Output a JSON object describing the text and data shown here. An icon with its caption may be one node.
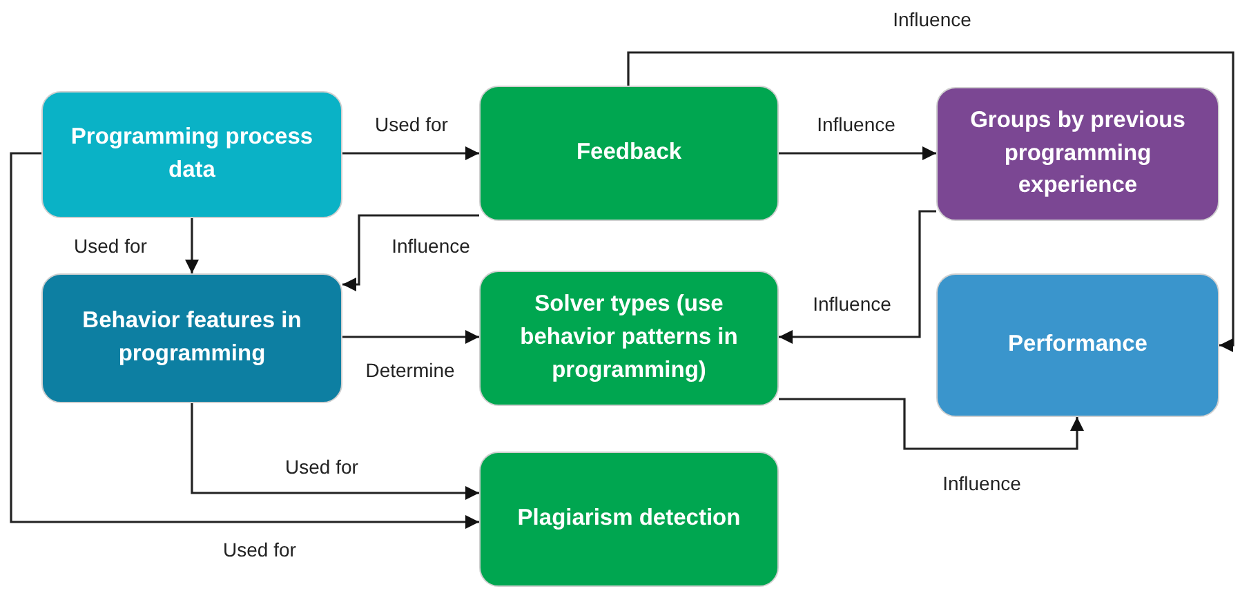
{
  "diagram": {
    "nodes": [
      {
        "text": [
          "Programming process data"
        ]
      },
      {
        "text": [
          "Feedback"
        ]
      },
      {
        "text": [
          "Groups by previous programming experience"
        ]
      },
      {
        "text": [
          "Behavior features in programming"
        ]
      },
      {
        "text": [
          "Solver types (use behavior patterns in programming)"
        ]
      },
      {
        "text": [
          "Performance"
        ]
      },
      {
        "text": [
          "Plagiarism detection"
        ]
      }
    ],
    "edges": [
      {
        "from": 0,
        "to": 1,
        "arrow": "to",
        "label": "Used for"
      },
      {
        "from": 0,
        "to": 3,
        "arrow": "to",
        "label": "Used for"
      },
      {
        "from": 1,
        "to": 3,
        "arrow": "to",
        "label": "Influence"
      },
      {
        "from": 1,
        "to": 2,
        "arrow": "to",
        "label": "Influence"
      },
      {
        "from": 1,
        "to": 5,
        "arrow": "to",
        "label": "Influence"
      },
      {
        "from": 2,
        "to": 4,
        "arrow": "to",
        "label": "Influence"
      },
      {
        "from": 3,
        "to": 4,
        "arrow": "to",
        "label": "Determine"
      },
      {
        "from": 4,
        "to": 5,
        "arrow": "to",
        "label": "Influence"
      },
      {
        "from": 3,
        "to": 6,
        "arrow": "to",
        "label": "Used for"
      },
      {
        "from": 0,
        "to": 6,
        "arrow": "to",
        "label": "Used for"
      }
    ]
  }
}
